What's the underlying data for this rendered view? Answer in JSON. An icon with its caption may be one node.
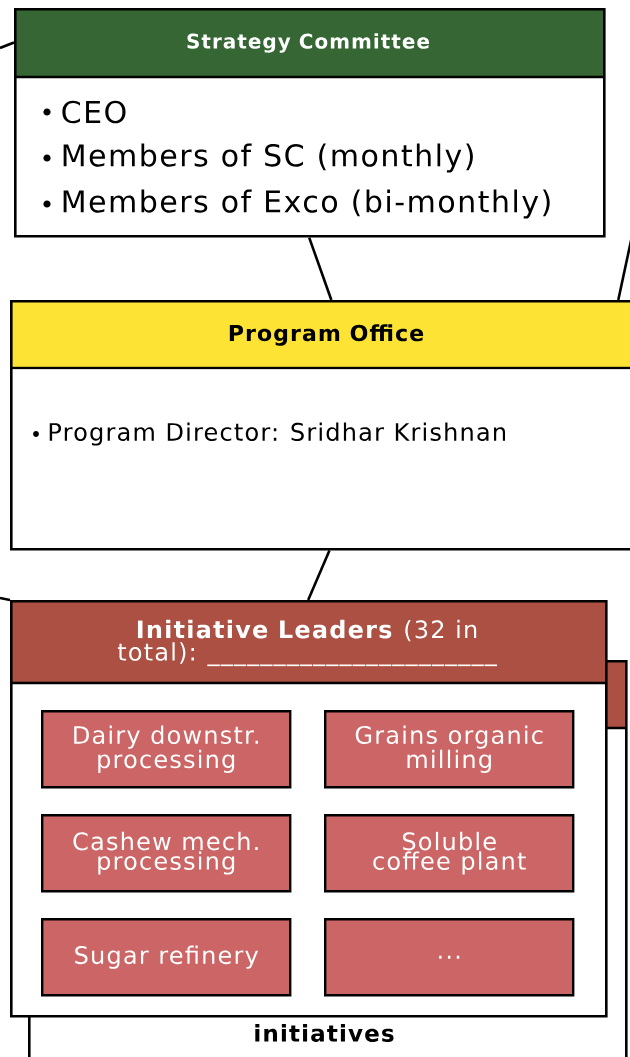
{
  "diagram": {
    "nodes": [
      {
        "text": [
          "Strategy Committee",
          "CEO",
          "Members of SC (monthly)",
          "Members of Exco (bi-monthly)"
        ]
      },
      {
        "text": [
          "Program Office",
          "Program Director: Sridhar Krishnan"
        ]
      },
      {
        "text": [
          "initiatives"
        ]
      },
      {
        "text": [
          "**Initiative Leaders** (32 in total): ______________________"
        ]
      },
      {
        "text": [
          "Dairy downstr. processing"
        ],
        "in": 3
      },
      {
        "text": [
          "Grains organic milling"
        ],
        "in": 3
      },
      {
        "text": [
          "Cashew mech. processing"
        ],
        "in": 3
      },
      {
        "text": [
          "Soluble coffee plant"
        ],
        "in": 3
      },
      {
        "text": [
          "Sugar refinery"
        ],
        "in": 3
      },
      {
        "text": [
          "..."
        ],
        "in": 3
      }
    ],
    "edges": [
      {
        "from": 0,
        "to": 1,
        "arrow": "none"
      },
      {
        "from": 1,
        "to": 3,
        "arrow": "none"
      },
      {
        "from": null,
        "to": 0,
        "arrow": "none"
      },
      {
        "from": 1,
        "to": null,
        "arrow": "none"
      },
      {
        "from": null,
        "to": 3,
        "arrow": "none"
      }
    ]
  }
}
